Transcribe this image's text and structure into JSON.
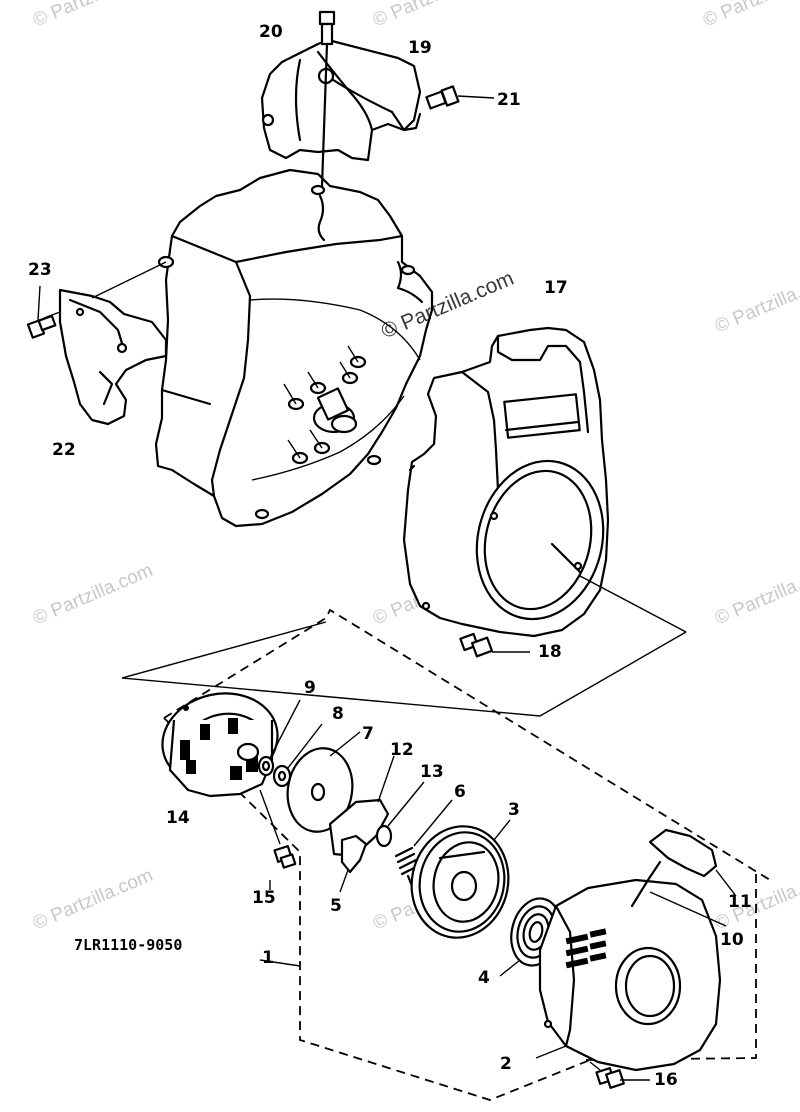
{
  "diagram": {
    "drawing_code": "7LR1110-9050",
    "callouts": [
      "1",
      "2",
      "3",
      "4",
      "5",
      "6",
      "7",
      "8",
      "9",
      "10",
      "11",
      "12",
      "13",
      "14",
      "15",
      "16",
      "17",
      "18",
      "19",
      "20",
      "21",
      "22",
      "23"
    ],
    "watermark_text": "© Partzilla.com",
    "watermark_color": "#c8c8c8"
  }
}
